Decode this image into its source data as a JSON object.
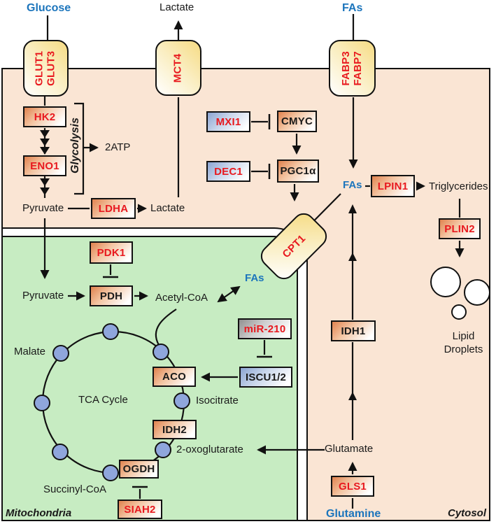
{
  "title": "Cancer cell metabolism pathway diagram",
  "colors": {
    "red_text": "#e8191f",
    "blue_text": "#1c75bc",
    "cytosol_fill": "#fae5d4",
    "mitochondria_fill": "#c7ecc2",
    "transporter_yellow": "#f6db83",
    "tca_node_blue": "#8fa6dc"
  },
  "extracellular": {
    "glucose": "Glucose",
    "lactate": "Lactate",
    "fas": "FAs"
  },
  "transporters": {
    "glut": "GLUT1\nGLUT3",
    "mct4": "MCT4",
    "fabp": "FABP3\nFABP7",
    "cpt1": "CPT1"
  },
  "glycolysis": {
    "hk2": "HK2",
    "eno1": "ENO1",
    "bracket_label": "Glycolysis",
    "atp": "2ATP",
    "pyruvate": "Pyruvate",
    "ldha": "LDHA",
    "lactate": "Lactate"
  },
  "transcription": {
    "mxi1": "MXI1",
    "cmyc": "CMYC",
    "dec1": "DEC1",
    "pgc1a": "PGC1α"
  },
  "lipids": {
    "fas_cytosol": "FAs",
    "lpin1": "LPIN1",
    "triglycerides": "Triglycerides",
    "plin2": "PLIN2",
    "lipid_droplets": "Lipid\nDroplets"
  },
  "mito": {
    "region_label": "Mitochondria",
    "pyruvate": "Pyruvate",
    "pdk1": "PDK1",
    "pdh": "PDH",
    "acetyl_coa": "Acetyl-CoA",
    "fas": "FAs",
    "tca_cycle": "TCA Cycle",
    "malate": "Malate",
    "isocitrate": "Isocitrate",
    "oxoglutarate": "2-oxoglutarate",
    "succinyl_coa": "Succinyl-CoA",
    "aco": "ACO",
    "idh2": "IDH2",
    "ogdh": "OGDH",
    "siah2": "SIAH2",
    "mir210": "miR-210",
    "iscu": "ISCU1/2"
  },
  "glutamine_axis": {
    "idh1": "IDH1",
    "glutamate": "Glutamate",
    "gls1": "GLS1",
    "glutamine": "Glutamine"
  },
  "cytosol_label": "Cytosol"
}
